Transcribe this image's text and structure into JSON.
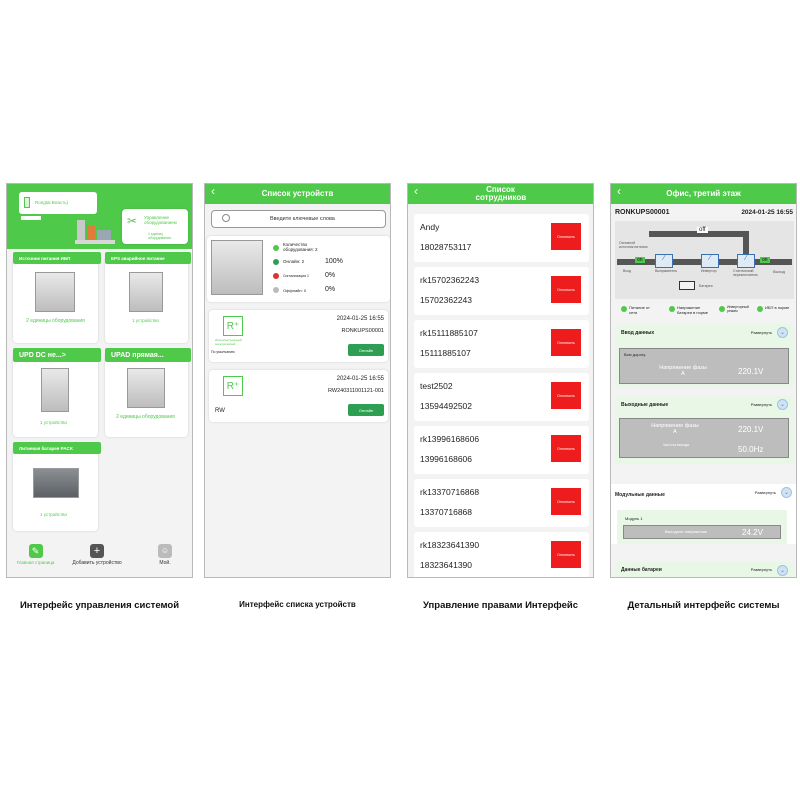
{
  "screen1": {
    "factory_label": "Rongtai Власть)",
    "manage_label": "Управление оборудованием",
    "manage_sub": "1 единиц оборудования",
    "cards": [
      {
        "title": "Источник питания ИБП",
        "count": "2 единицы оборудования"
      },
      {
        "title": "EPS аварийное питание",
        "count": "1 устройство"
      },
      {
        "title": "UPD DC не...>",
        "count": "1 устройство"
      },
      {
        "title": "UPAD прямая...",
        "count": "2 единицы оборудования"
      },
      {
        "title": "Литиевая батарея PACK",
        "count": "1 устройство"
      }
    ],
    "nav": {
      "home": "Главная страница",
      "add": "Добавить устройство",
      "mine": "Мой."
    }
  },
  "screen2": {
    "header": "Список устройств",
    "search_placeholder": "Введите ключевые слова",
    "summary": {
      "total_label": "Количество оборудования: 2",
      "online_label": "Онлайн: 2",
      "online_pct": "100%",
      "alarm_label": "Сигнализация 1",
      "alarm_pct": "0%",
      "offline_label": "Оффлайн: 0",
      "offline_pct": "0%"
    },
    "devices": [
      {
        "time": "2024-01-25 16:55",
        "id": "RONKUPS00001",
        "sub": "По умолчанию",
        "status": "Онлайн",
        "brand_text": "Интеллектуальный электрический"
      },
      {
        "time": "2024-01-25 16:55",
        "id": "RW240311001121-001",
        "sub": "RW",
        "status": "Онлайн"
      }
    ]
  },
  "screen3": {
    "header": "Список сотрудников",
    "action": "Отключить",
    "employees": [
      {
        "name": "Andy",
        "phone": "18028753117"
      },
      {
        "name": "rk15702362243",
        "phone": "15702362243"
      },
      {
        "name": "rk15111885107",
        "phone": "15111885107"
      },
      {
        "name": "test2502",
        "phone": "13594492502"
      },
      {
        "name": "rk13996168606",
        "phone": "13996168606"
      },
      {
        "name": "rk13370716868",
        "phone": "13370716868"
      },
      {
        "name": "rk18323641390",
        "phone": "18323641390"
      }
    ]
  },
  "screen4": {
    "header": "Офис, третий этаж",
    "device_id": "RONKUPS00001",
    "time": "2024-01-25 16:55",
    "diagram": {
      "off": "off",
      "on": "on",
      "main_source": "Основной источник питания",
      "input": "Вход",
      "rectifier": "Выпрямитель",
      "inverter": "Инвертор",
      "static_switch": "Статический переключатель",
      "output": "Выход",
      "battery": "Батарея"
    },
    "legend": [
      {
        "text": "Питание от сети"
      },
      {
        "text": "Напряжение батареи в норме"
      },
      {
        "text": "Инверторный режим"
      },
      {
        "text": "ИБП в норме"
      }
    ],
    "expand": "Развернуть",
    "input_section": {
      "title": "Ввод данных",
      "row_label": "Всю дорогу.",
      "param": "Напряжение фазы А",
      "value": "220.1V"
    },
    "output_section": {
      "title": "Выходные данные",
      "param": "Напряжение фазы А",
      "value": "220.1V",
      "param2": "Частота выхода",
      "value2": "50.0Hz"
    },
    "module_section": {
      "title": "Модульные данные",
      "row_label": "Модуль 1",
      "param": "Выходное напряжение",
      "value": "24.2V"
    },
    "battery_section": {
      "title": "Данные батареи"
    }
  },
  "captions": [
    "Интерфейс управления системой",
    "Интерфейс списка устройств",
    "Управление правами Интерфейс",
    "Детальный интерфейс системы"
  ]
}
